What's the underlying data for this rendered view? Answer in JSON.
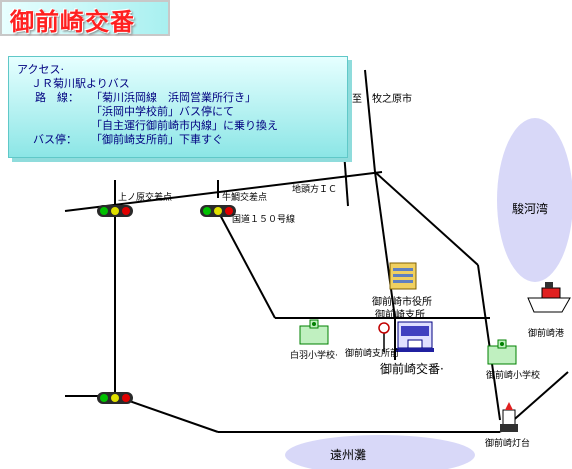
{
  "title": "御前崎交番",
  "access": {
    "heading": "アクセス·",
    "line1": "ＪＲ菊川駅よりバス",
    "route_label": "路　線：",
    "route_1": "「菊川浜岡線　浜岡営業所行き」",
    "route_2": "「浜岡中学校前」バス停にて",
    "route_3": "「自主運行御前崎市内線」に乗り換え",
    "stop_label": "バス停：",
    "stop_value": "「御前崎支所前」下車すぐ"
  },
  "map": {
    "to_makinohara": "至　牧之原市",
    "jitokata_ic": "地頭方ＩＣ",
    "kaminohara": "上ノ原交差点",
    "ushibuse": "牛鯛交差点",
    "route150": "国道１５０号線",
    "suruga_bay": "駿河湾",
    "city_hall_1": "御前崎市役所",
    "city_hall_2": "御前崎支所",
    "omaezaki_port": "御前崎港",
    "shiraha_school": "白羽小学校·",
    "branch_stop": "御前崎支所前",
    "koban": "御前崎交番·",
    "omaezaki_school": "御前崎小学校",
    "enshu_nada": "遠州灘",
    "lighthouse": "御前崎灯台"
  }
}
